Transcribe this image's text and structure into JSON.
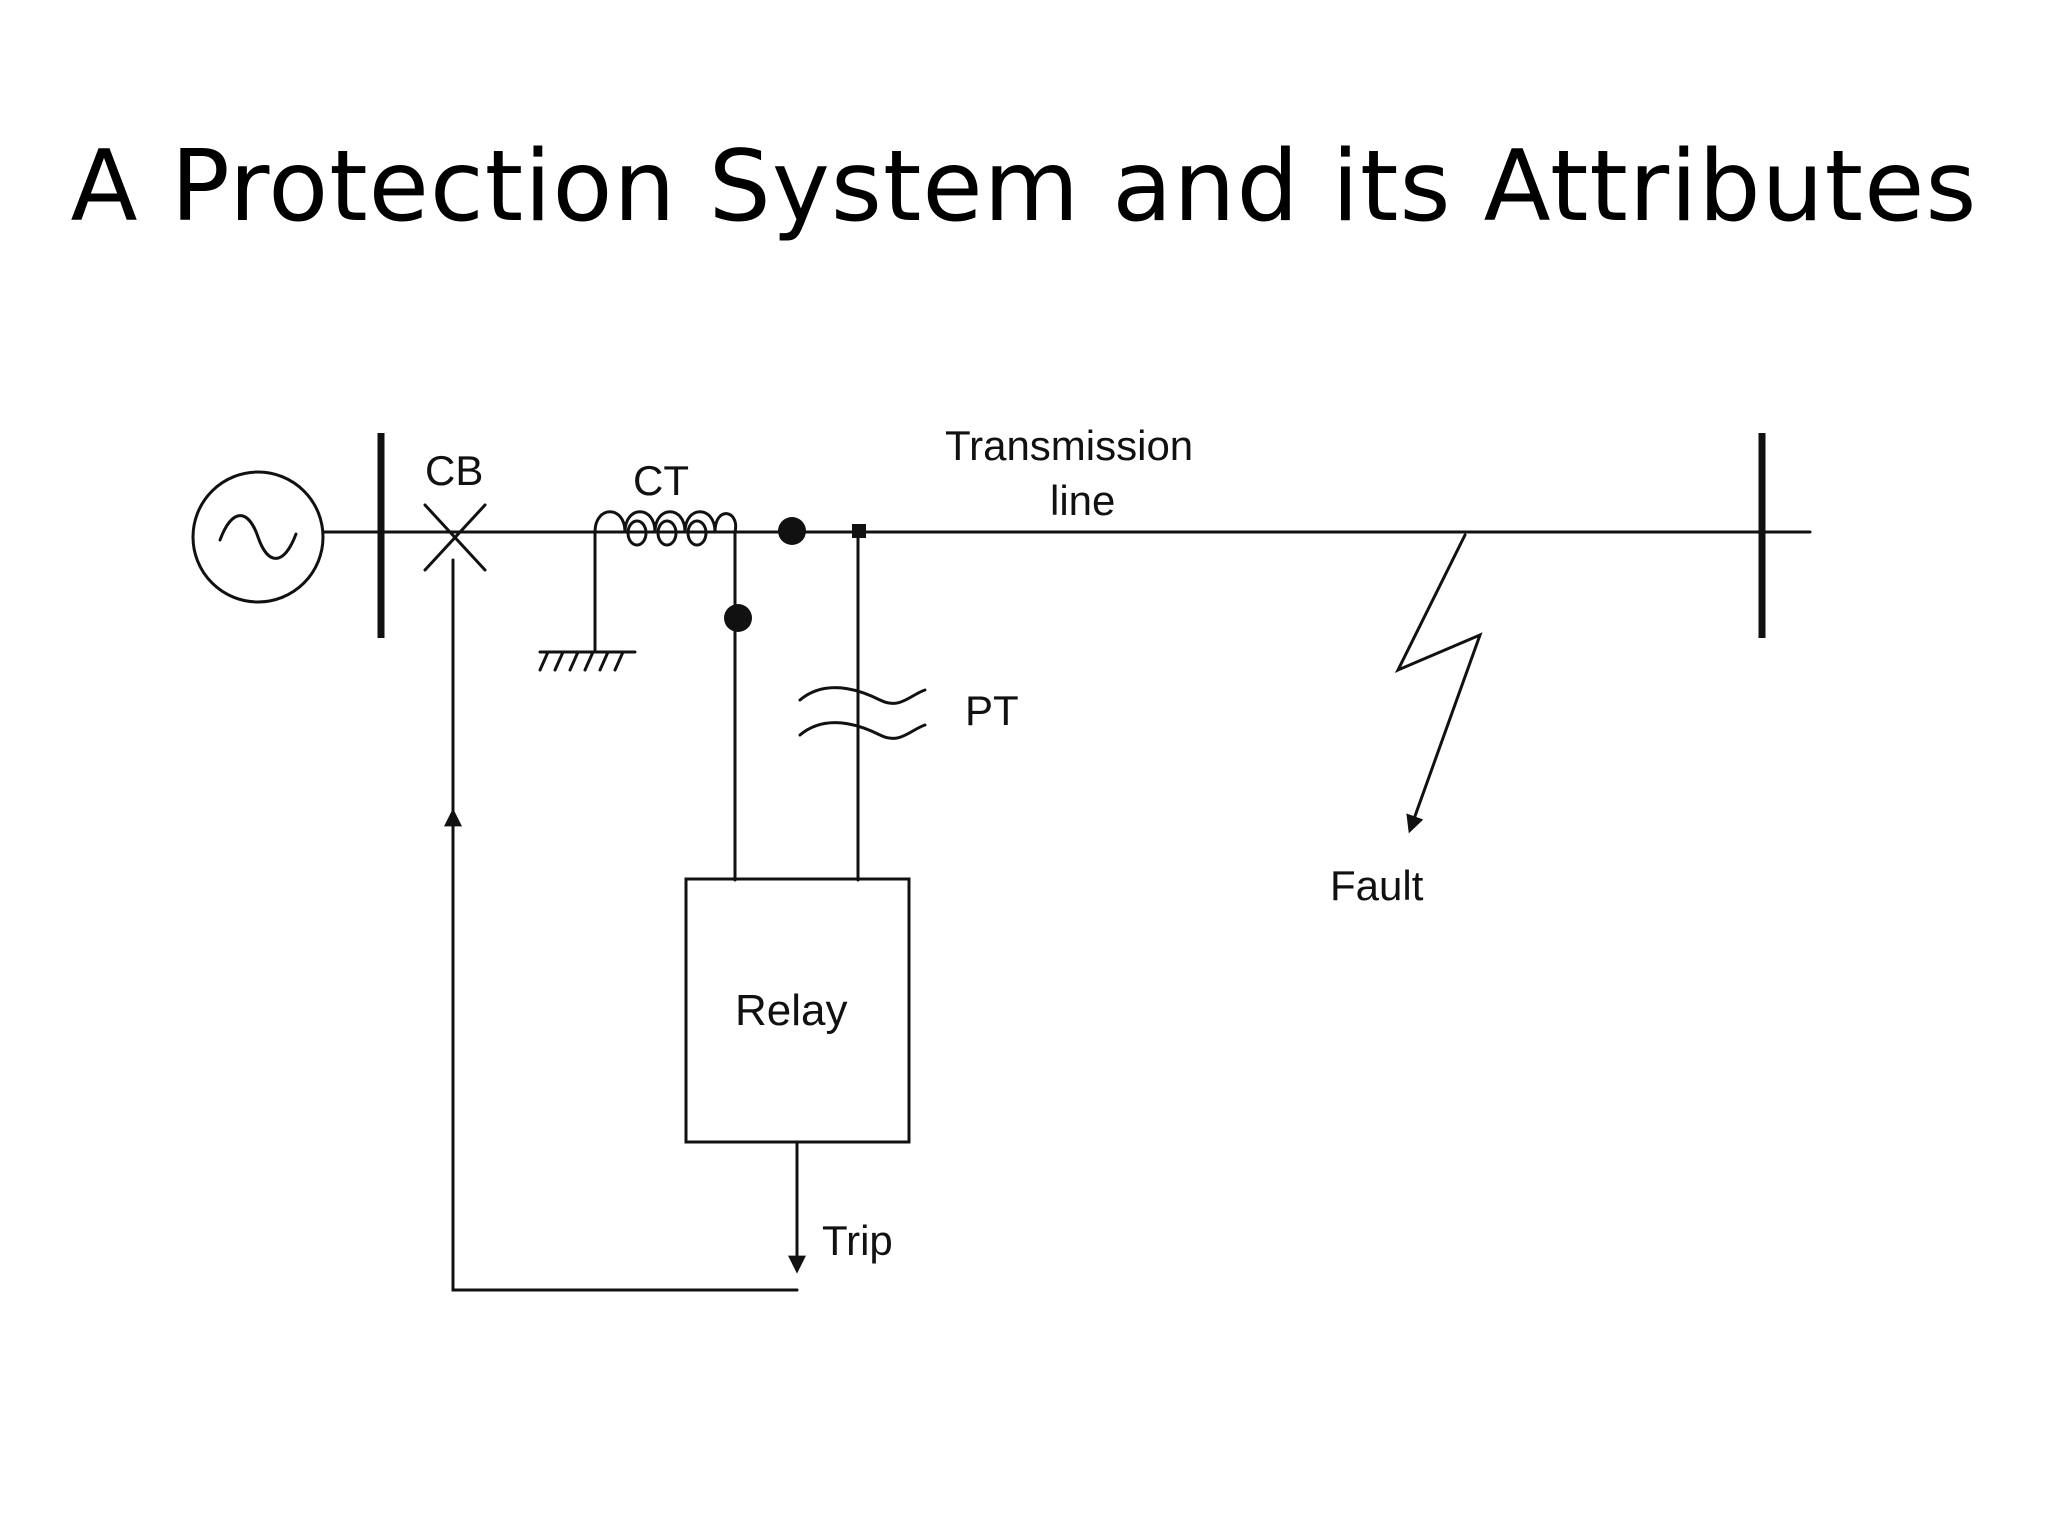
{
  "slide": {
    "title": "A Protection System and its Attributes"
  },
  "diagram": {
    "labels": {
      "cb": "CB",
      "ct": "CT",
      "transmission_line_1": "Transmission",
      "transmission_line_2": "line",
      "pt": "PT",
      "fault": "Fault",
      "relay": "Relay",
      "trip": "Trip"
    }
  }
}
